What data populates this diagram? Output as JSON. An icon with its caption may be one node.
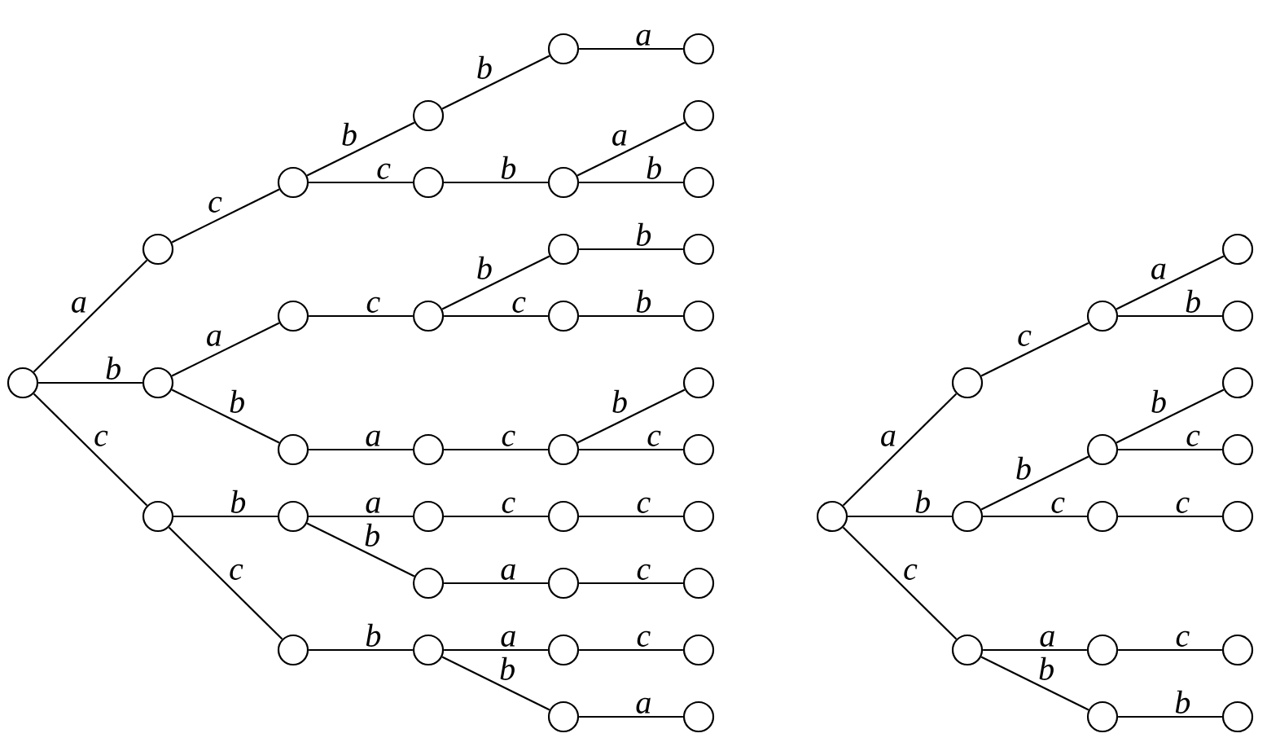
{
  "diagram": {
    "nodes": [
      {
        "text": [],
        "shape": "circle"
      },
      {
        "text": [],
        "shape": "circle"
      },
      {
        "text": [],
        "shape": "circle"
      },
      {
        "text": [],
        "shape": "circle"
      },
      {
        "text": [],
        "shape": "circle"
      },
      {
        "text": [],
        "shape": "circle"
      },
      {
        "text": [],
        "shape": "circle"
      },
      {
        "text": [],
        "shape": "circle"
      },
      {
        "text": [],
        "shape": "circle"
      },
      {
        "text": [],
        "shape": "circle"
      },
      {
        "text": [],
        "shape": "circle"
      },
      {
        "text": [],
        "shape": "circle"
      },
      {
        "text": [],
        "shape": "circle"
      },
      {
        "text": [],
        "shape": "circle"
      },
      {
        "text": [],
        "shape": "circle"
      },
      {
        "text": [],
        "shape": "circle"
      },
      {
        "text": [],
        "shape": "circle"
      },
      {
        "text": [],
        "shape": "circle"
      },
      {
        "text": [],
        "shape": "circle"
      },
      {
        "text": [],
        "shape": "circle"
      },
      {
        "text": [],
        "shape": "circle"
      },
      {
        "text": [],
        "shape": "circle"
      },
      {
        "text": [],
        "shape": "circle"
      },
      {
        "text": [],
        "shape": "circle"
      },
      {
        "text": [],
        "shape": "circle"
      },
      {
        "text": [],
        "shape": "circle"
      },
      {
        "text": [],
        "shape": "circle"
      },
      {
        "text": [],
        "shape": "circle"
      },
      {
        "text": [],
        "shape": "circle"
      },
      {
        "text": [],
        "shape": "circle"
      },
      {
        "text": [],
        "shape": "circle"
      },
      {
        "text": [],
        "shape": "circle"
      },
      {
        "text": [],
        "shape": "circle"
      },
      {
        "text": [],
        "shape": "circle"
      },
      {
        "text": [],
        "shape": "circle"
      },
      {
        "text": [],
        "shape": "circle"
      },
      {
        "text": [],
        "shape": "circle"
      },
      {
        "text": [],
        "shape": "circle"
      },
      {
        "text": [],
        "shape": "circle"
      },
      {
        "text": [],
        "shape": "circle"
      },
      {
        "text": [],
        "shape": "circle"
      },
      {
        "text": [],
        "shape": "circle"
      },
      {
        "text": [],
        "shape": "circle"
      },
      {
        "text": [],
        "shape": "circle"
      },
      {
        "text": [],
        "shape": "circle"
      },
      {
        "text": [],
        "shape": "circle"
      },
      {
        "text": [],
        "shape": "circle"
      },
      {
        "text": [],
        "shape": "circle"
      },
      {
        "text": [],
        "shape": "circle"
      },
      {
        "text": [],
        "shape": "circle"
      },
      {
        "text": [],
        "shape": "circle"
      },
      {
        "text": [],
        "shape": "circle"
      }
    ],
    "edges": [
      {
        "from": 0,
        "to": 1,
        "arrow": "none",
        "label": "a"
      },
      {
        "from": 0,
        "to": 2,
        "arrow": "none",
        "label": "b"
      },
      {
        "from": 0,
        "to": 3,
        "arrow": "none",
        "label": "c"
      },
      {
        "from": 1,
        "to": 4,
        "arrow": "none",
        "label": "c"
      },
      {
        "from": 4,
        "to": 9,
        "arrow": "none",
        "label": "b"
      },
      {
        "from": 9,
        "to": 16,
        "arrow": "none",
        "label": "b"
      },
      {
        "from": 16,
        "to": 25,
        "arrow": "none",
        "label": "a"
      },
      {
        "from": 4,
        "to": 10,
        "arrow": "none",
        "label": "c"
      },
      {
        "from": 10,
        "to": 17,
        "arrow": "none",
        "label": "b"
      },
      {
        "from": 17,
        "to": 26,
        "arrow": "none",
        "label": "a"
      },
      {
        "from": 17,
        "to": 27,
        "arrow": "none",
        "label": "b"
      },
      {
        "from": 2,
        "to": 5,
        "arrow": "none",
        "label": "a"
      },
      {
        "from": 5,
        "to": 11,
        "arrow": "none",
        "label": "c"
      },
      {
        "from": 11,
        "to": 18,
        "arrow": "none",
        "label": "b"
      },
      {
        "from": 18,
        "to": 28,
        "arrow": "none",
        "label": "b"
      },
      {
        "from": 11,
        "to": 19,
        "arrow": "none",
        "label": "c"
      },
      {
        "from": 19,
        "to": 29,
        "arrow": "none",
        "label": "b"
      },
      {
        "from": 2,
        "to": 6,
        "arrow": "none",
        "label": "b"
      },
      {
        "from": 6,
        "to": 12,
        "arrow": "none",
        "label": "a"
      },
      {
        "from": 12,
        "to": 20,
        "arrow": "none",
        "label": "c"
      },
      {
        "from": 20,
        "to": 30,
        "arrow": "none",
        "label": "b"
      },
      {
        "from": 20,
        "to": 31,
        "arrow": "none",
        "label": "c"
      },
      {
        "from": 3,
        "to": 7,
        "arrow": "none",
        "label": "b"
      },
      {
        "from": 7,
        "to": 13,
        "arrow": "none",
        "label": "a"
      },
      {
        "from": 13,
        "to": 21,
        "arrow": "none",
        "label": "c"
      },
      {
        "from": 21,
        "to": 32,
        "arrow": "none",
        "label": "c"
      },
      {
        "from": 7,
        "to": 14,
        "arrow": "none",
        "label": "b"
      },
      {
        "from": 14,
        "to": 22,
        "arrow": "none",
        "label": "a"
      },
      {
        "from": 22,
        "to": 33,
        "arrow": "none",
        "label": "c"
      },
      {
        "from": 3,
        "to": 8,
        "arrow": "none",
        "label": "c"
      },
      {
        "from": 8,
        "to": 15,
        "arrow": "none",
        "label": "b"
      },
      {
        "from": 15,
        "to": 23,
        "arrow": "none",
        "label": "a"
      },
      {
        "from": 23,
        "to": 34,
        "arrow": "none",
        "label": "c"
      },
      {
        "from": 15,
        "to": 24,
        "arrow": "none",
        "label": "b"
      },
      {
        "from": 24,
        "to": 35,
        "arrow": "none",
        "label": "a"
      },
      {
        "from": 36,
        "to": 37,
        "arrow": "none",
        "label": "a"
      },
      {
        "from": 37,
        "to": 40,
        "arrow": "none",
        "label": "c"
      },
      {
        "from": 40,
        "to": 45,
        "arrow": "none",
        "label": "a"
      },
      {
        "from": 40,
        "to": 46,
        "arrow": "none",
        "label": "b"
      },
      {
        "from": 36,
        "to": 38,
        "arrow": "none",
        "label": "b"
      },
      {
        "from": 38,
        "to": 41,
        "arrow": "none",
        "label": "b"
      },
      {
        "from": 41,
        "to": 47,
        "arrow": "none",
        "label": "b"
      },
      {
        "from": 41,
        "to": 48,
        "arrow": "none",
        "label": "c"
      },
      {
        "from": 38,
        "to": 42,
        "arrow": "none",
        "label": "c"
      },
      {
        "from": 42,
        "to": 49,
        "arrow": "none",
        "label": "c"
      },
      {
        "from": 36,
        "to": 39,
        "arrow": "none",
        "label": "c"
      },
      {
        "from": 39,
        "to": 43,
        "arrow": "none",
        "label": "a"
      },
      {
        "from": 43,
        "to": 50,
        "arrow": "none",
        "label": "c"
      },
      {
        "from": 39,
        "to": 44,
        "arrow": "none",
        "label": "b"
      },
      {
        "from": 44,
        "to": 51,
        "arrow": "none",
        "label": "b"
      }
    ]
  }
}
